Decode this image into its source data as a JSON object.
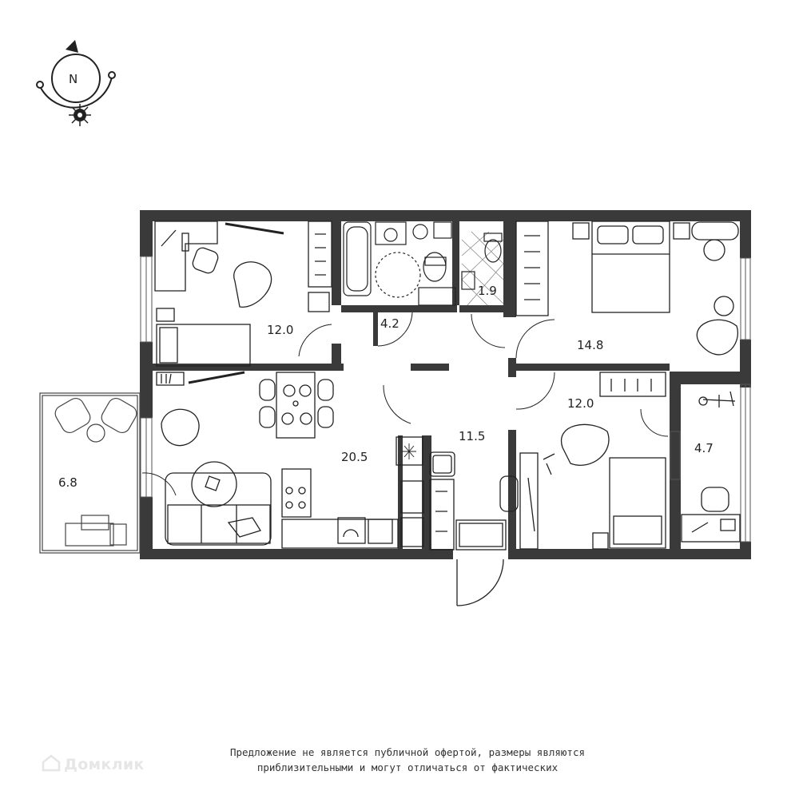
{
  "compass": {
    "letter": "N",
    "icon": "compass-icon"
  },
  "rooms": [
    {
      "id": "bedroom-west",
      "area": "12.0"
    },
    {
      "id": "bathroom",
      "area": "4.2"
    },
    {
      "id": "toilet",
      "area": "1.9"
    },
    {
      "id": "bedroom-master",
      "area": "14.8"
    },
    {
      "id": "kitchen-living",
      "area": "20.5"
    },
    {
      "id": "hall",
      "area": "11.5"
    },
    {
      "id": "bedroom-east",
      "area": "12.0"
    },
    {
      "id": "loggia-east",
      "area": "4.7"
    },
    {
      "id": "balcony-west",
      "area": "6.8"
    }
  ],
  "disclaimer": {
    "line1": "Предложение не является публичной офертой, размеры являются",
    "line2": "приблизительными и могут отличаться от фактических"
  },
  "watermark": {
    "text": "Домклик",
    "icon": "house-logo-icon"
  },
  "colors": {
    "wall": "#3a3a3a",
    "line": "#222222",
    "background": "#ffffff"
  }
}
